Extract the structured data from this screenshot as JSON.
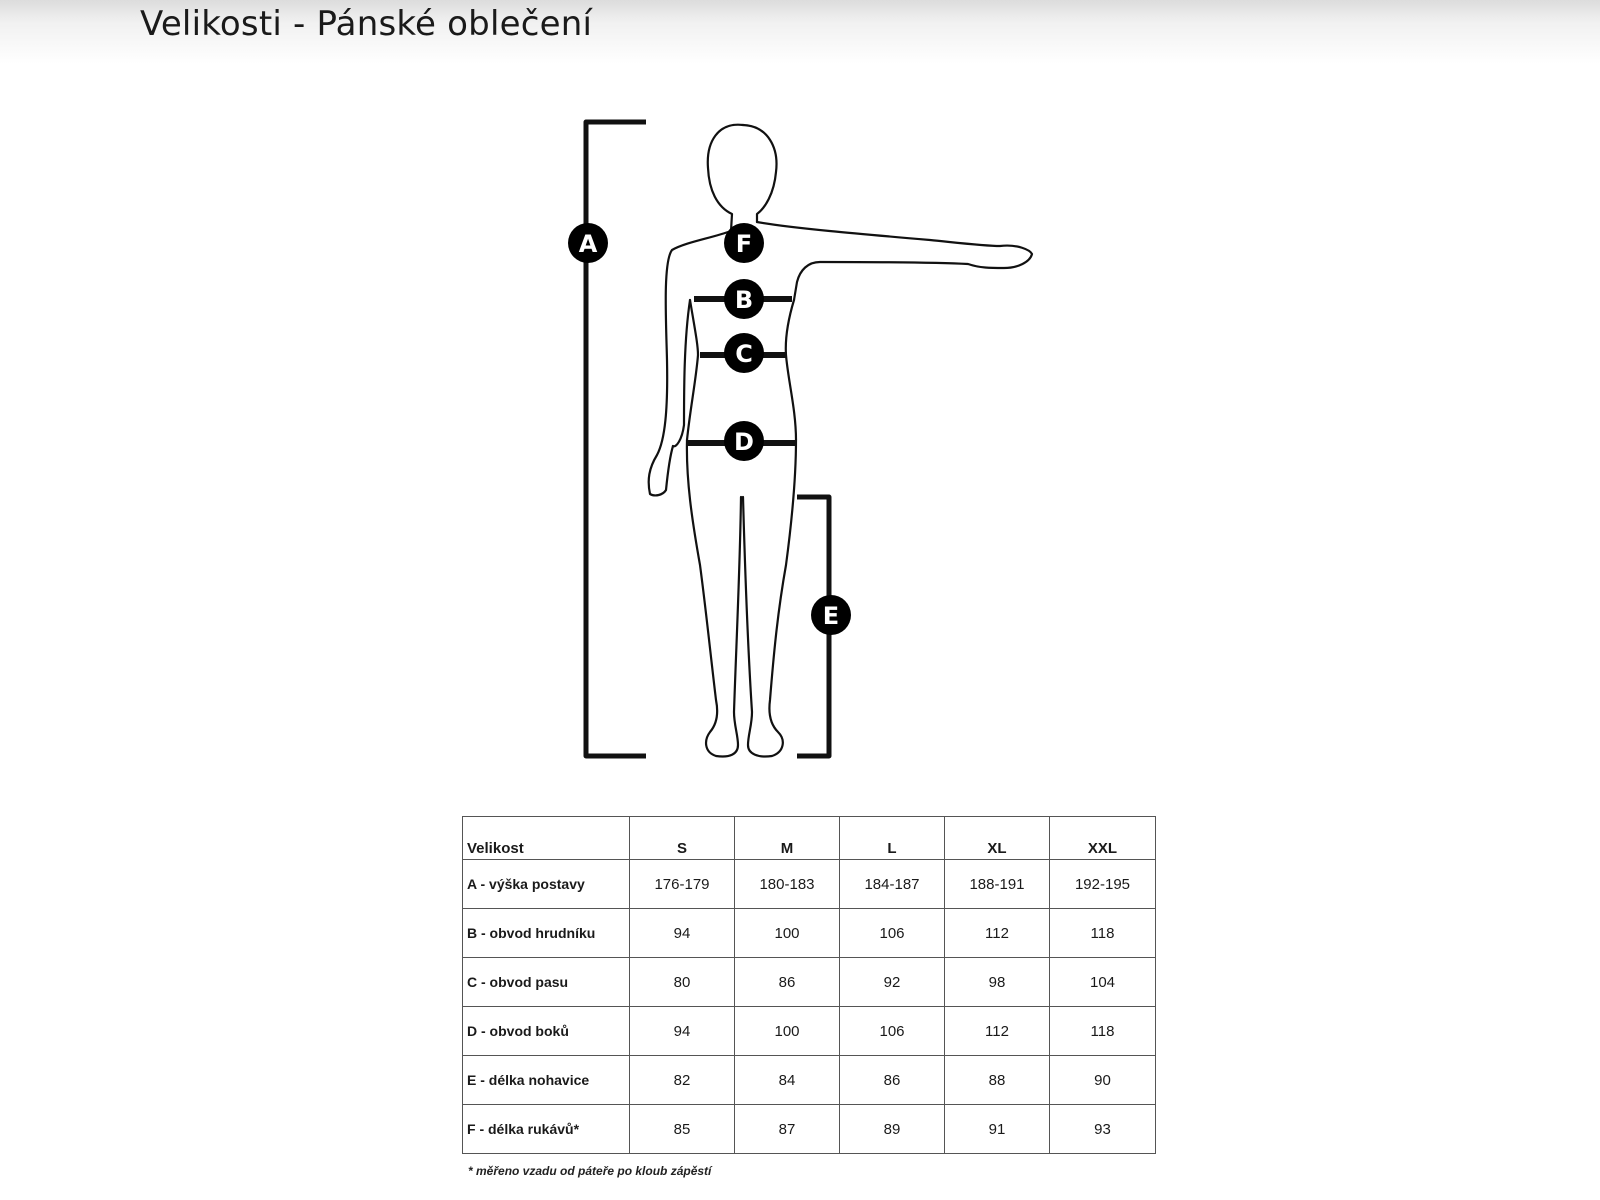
{
  "page": {
    "title": "Velikosti - Pánské oblečení"
  },
  "diagram": {
    "markers": [
      {
        "id": "A",
        "label": "A"
      },
      {
        "id": "B",
        "label": "B"
      },
      {
        "id": "C",
        "label": "C"
      },
      {
        "id": "D",
        "label": "D"
      },
      {
        "id": "E",
        "label": "E"
      },
      {
        "id": "F",
        "label": "F"
      }
    ],
    "colors": {
      "line": "#111111",
      "marker_fill": "#000000",
      "marker_text": "#ffffff"
    }
  },
  "size_table": {
    "header": [
      "Velikost",
      "S",
      "M",
      "L",
      "XL",
      "XXL"
    ],
    "rows": [
      {
        "label": "A - výška postavy",
        "values": [
          "176-179",
          "180-183",
          "184-187",
          "188-191",
          "192-195"
        ]
      },
      {
        "label": "B - obvod hrudníku",
        "values": [
          "94",
          "100",
          "106",
          "112",
          "118"
        ]
      },
      {
        "label": "C - obvod pasu",
        "values": [
          "80",
          "86",
          "92",
          "98",
          "104"
        ]
      },
      {
        "label": "D - obvod boků",
        "values": [
          "94",
          "100",
          "106",
          "112",
          "118"
        ]
      },
      {
        "label": "E - délka nohavice",
        "values": [
          "82",
          "84",
          "86",
          "88",
          "90"
        ]
      },
      {
        "label": "F - délka rukávů*",
        "values": [
          "85",
          "87",
          "89",
          "91",
          "93"
        ]
      }
    ],
    "footnote": "* měřeno vzadu od páteře po kloub zápěstí"
  }
}
